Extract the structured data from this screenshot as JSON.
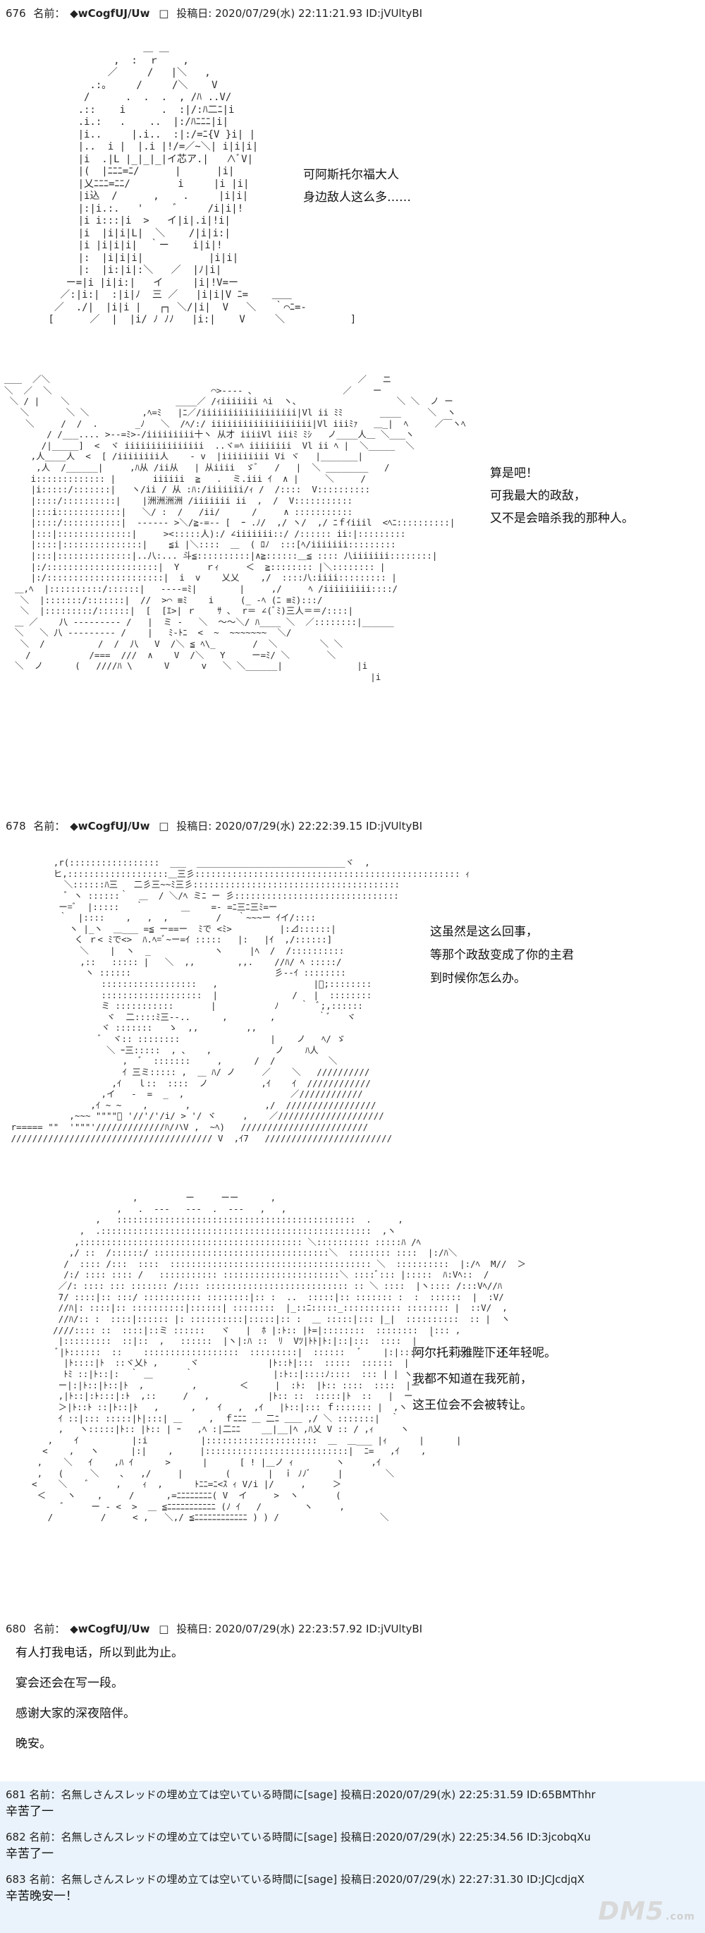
{
  "posts": [
    {
      "num": "676",
      "label": "名前：",
      "trip": "◆wCogfUJ/Uw",
      "icon": "□",
      "posted_label": "投稿日:",
      "datetime": "2020/07/29(水) 22:11:21.93",
      "id": "ID:jVUltyBI",
      "dialog_1": [
        "可阿斯托尔福大人",
        "身边敌人这么多……"
      ],
      "dialog_2": [
        "算是吧！",
        "可我最大的政敌，",
        "又不是会暗杀我的那种人。"
      ]
    },
    {
      "num": "678",
      "label": "名前：",
      "trip": "◆wCogfUJ/Uw",
      "icon": "□",
      "posted_label": "投稿日:",
      "datetime": "2020/07/29(水) 22:22:39.15",
      "id": "ID:jVUltyBI",
      "dialog_1": [
        "这虽然是这么回事，",
        "等那个政敌变成了你的主君",
        "到时候你怎么办。"
      ],
      "dialog_2": [
        "阿尔托莉雅陛下还年轻呢。",
        "我都不知道在我死前，",
        "这王位会不会被转让。"
      ]
    },
    {
      "num": "680",
      "label": "名前：",
      "trip": "◆wCogfUJ/Uw",
      "icon": "□",
      "posted_label": "投稿日:",
      "datetime": "2020/07/29(水) 22:23:57.92",
      "id": "ID:jVUltyBI",
      "body": [
        "有人打我电话，所以到此为止。",
        "宴会还会在写一段。",
        "感谢大家的深夜陪伴。",
        "晚安。"
      ]
    }
  ],
  "replies": [
    {
      "num": "681",
      "label": "名前：",
      "name": "名無しさんスレッドの埋め立ては空いている時間に",
      "sage": "[sage]",
      "posted_label": "投稿日:",
      "datetime": "2020/07/29(水) 22:25:31.59",
      "id": "ID:65BMThhr",
      "message": "辛苦了一"
    },
    {
      "num": "682",
      "label": "名前：",
      "name": "名無しさんスレッドの埋め立ては空いている時間に",
      "sage": "[sage]",
      "posted_label": "投稿日:",
      "datetime": "2020/07/29(水) 22:25:34.56",
      "id": "ID:3jcobqXu",
      "message": "辛苦了一"
    },
    {
      "num": "683",
      "label": "名前：",
      "name": "名無しさんスレッドの埋め立ては空いている時間に",
      "sage": "[sage]",
      "posted_label": "投稿日:",
      "datetime": "2020/07/29(水) 22:27:31.30",
      "id": "ID:JCJcdjqX",
      "message": "辛苦晚安一！"
    }
  ],
  "watermark": {
    "text": "DM5",
    "suffix": ".com"
  }
}
